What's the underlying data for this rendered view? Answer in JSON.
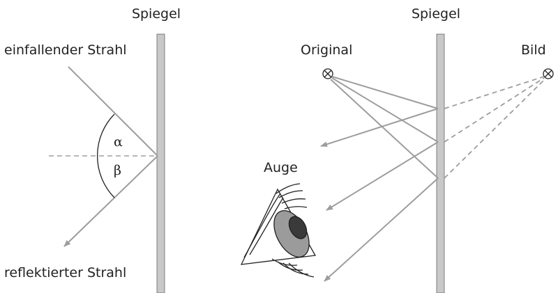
{
  "left_panel": {
    "mirror_label": "Spiegel",
    "incident_label": "einfallender Strahl",
    "reflected_label": "reflektierter Strahl",
    "angle_alpha": "α",
    "angle_beta": "β"
  },
  "right_panel": {
    "mirror_label": "Spiegel",
    "original_label": "Original",
    "image_label": "Bild",
    "eye_label": "Auge"
  },
  "colors": {
    "mirror": "#c8c8c8",
    "ray": "#9d9d9d",
    "text": "#231f20"
  }
}
